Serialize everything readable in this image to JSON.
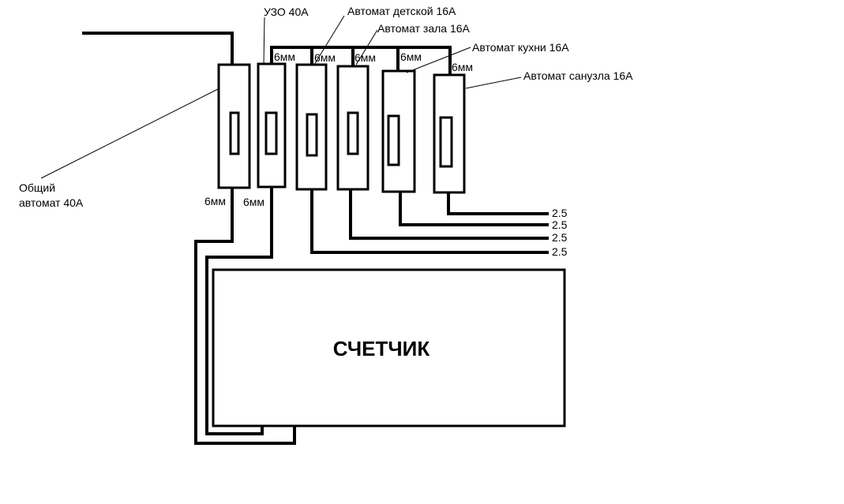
{
  "labels": {
    "uzo": "УЗО 40А",
    "breaker_kids": "Автомат детской 16А",
    "breaker_hall": "Автомат зала 16А",
    "breaker_kitchen": "Автомат кухни 16А",
    "breaker_bathroom": "Автомат санузла 16А",
    "main_breaker_line1": "Общий",
    "main_breaker_line2": "автомат 40А",
    "meter": "СЧЕТЧИК"
  },
  "wire_sizes": {
    "main_out": "6мм",
    "uzo_out": "6мм",
    "bus_1": "6мм",
    "bus_2": "6мм",
    "bus_3": "6мм",
    "bus_4": "6мм",
    "bus_5": "6мм"
  },
  "outputs": {
    "out_1": "2.5",
    "out_2": "2.5",
    "out_3": "2.5",
    "out_4": "2.5"
  }
}
